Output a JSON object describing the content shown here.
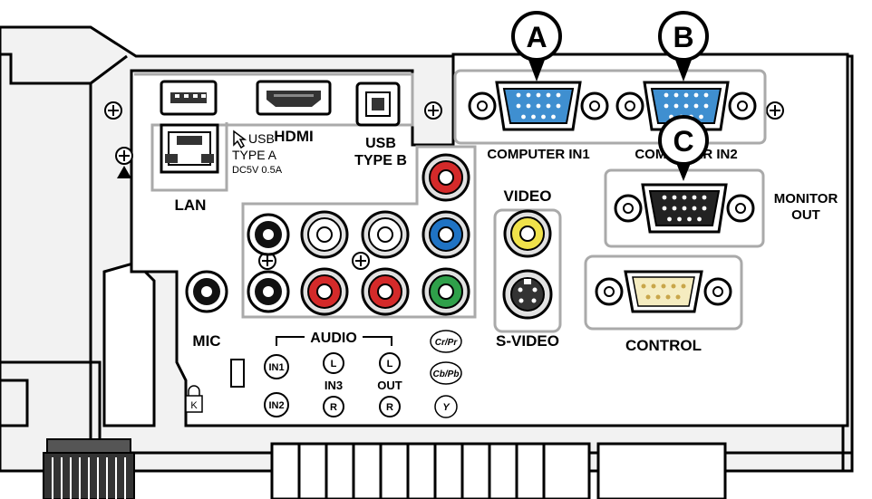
{
  "callouts": {
    "a": "A",
    "b": "B",
    "c": "C"
  },
  "ports": {
    "lan": "LAN",
    "usb_a_1": "USB",
    "usb_a_2": "TYPE A",
    "usb_a_3": "DC5V 0.5A",
    "hdmi": "HDMI",
    "usb_b_1": "USB",
    "usb_b_2": "TYPE B",
    "computer_in1": "COMPUTER IN1",
    "computer_in2": "COMPUTER IN2",
    "monitor_out_1": "MONITOR",
    "monitor_out_2": "OUT",
    "control": "CONTROL",
    "video": "VIDEO",
    "s_video": "S-VIDEO",
    "mic": "MIC",
    "audio": "AUDIO"
  },
  "audio_labels": {
    "in1": "IN1",
    "in2": "IN2",
    "in3": "IN3",
    "out": "OUT",
    "l1": "L",
    "r1": "R",
    "l2": "L",
    "r2": "R"
  },
  "component_labels": {
    "cr": "Cr/Pr",
    "cb": "Cb/Pb",
    "y": "Y"
  },
  "colors": {
    "vga_blue": "#3f8fd0",
    "vga_black": "#222222",
    "rca_red": "#d42a2a",
    "rca_blue": "#1f73c4",
    "rca_green": "#2fa04a",
    "rca_yellow": "#f0e24a",
    "panel_gray": "#e6e6e6",
    "frame_gray": "#9a9a9a"
  }
}
